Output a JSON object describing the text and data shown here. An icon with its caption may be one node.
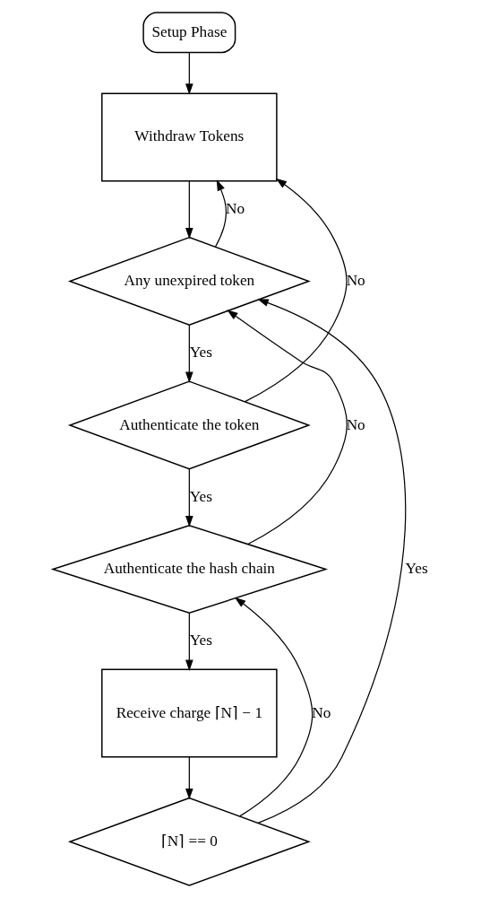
{
  "diagram": {
    "nodes": [
      {
        "text": [
          "Setup Phase"
        ]
      },
      {
        "text": [
          "Withdraw Tokens"
        ]
      },
      {
        "text": [
          "Any unexpired token"
        ]
      },
      {
        "text": [
          "Authenticate the token"
        ]
      },
      {
        "text": [
          "Authenticate the hash chain"
        ]
      },
      {
        "text": [
          "Receive charge ⌈N⌉ − 1"
        ]
      },
      {
        "text": [
          "⌈N⌉ == 0"
        ]
      }
    ],
    "edges": [
      {
        "from": 0,
        "to": 1,
        "arrow": "to"
      },
      {
        "from": 1,
        "to": 2,
        "arrow": "to"
      },
      {
        "from": 2,
        "to": 1,
        "label": "No",
        "arrow": "to"
      },
      {
        "from": 2,
        "to": 3,
        "label": "Yes",
        "arrow": "to"
      },
      {
        "from": 3,
        "to": 1,
        "label": "No",
        "arrow": "to"
      },
      {
        "from": 3,
        "to": 4,
        "label": "Yes",
        "arrow": "to"
      },
      {
        "from": 4,
        "to": 2,
        "label": "No",
        "arrow": "to"
      },
      {
        "from": 4,
        "to": 5,
        "label": "Yes",
        "arrow": "to"
      },
      {
        "from": 5,
        "to": 6,
        "arrow": "to"
      },
      {
        "from": 6,
        "to": 4,
        "label": "No",
        "arrow": "to"
      },
      {
        "from": 6,
        "to": 2,
        "label": "Yes",
        "arrow": "to"
      }
    ]
  }
}
